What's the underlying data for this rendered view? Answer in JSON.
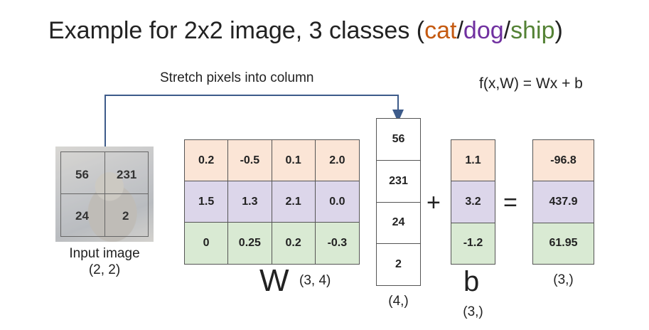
{
  "title": {
    "prefix": "Example for 2x2 image, 3 classes (",
    "cat": "cat",
    "sep1": "/",
    "dog": "dog",
    "sep2": "/",
    "ship": "ship",
    "suffix": ")"
  },
  "stretch_label": "Stretch pixels into column",
  "formula": "f(x,W) = Wx + b",
  "input_image": {
    "pixels": [
      "56",
      "231",
      "24",
      "2"
    ],
    "caption_line1": "Input image",
    "caption_line2": "(2, 2)"
  },
  "W": {
    "label": "W",
    "shape": "(3, 4)",
    "rows": [
      [
        "0.2",
        "-0.5",
        "0.1",
        "2.0"
      ],
      [
        "1.5",
        "1.3",
        "2.1",
        "0.0"
      ],
      [
        "0",
        "0.25",
        "0.2",
        "-0.3"
      ]
    ]
  },
  "x": {
    "values": [
      "56",
      "231",
      "24",
      "2"
    ],
    "shape": "(4,)"
  },
  "plus": "+",
  "b": {
    "label": "b",
    "shape": "(3,)",
    "values": [
      "1.1",
      "3.2",
      "-1.2"
    ]
  },
  "equals": "=",
  "result": {
    "values": [
      "-96.8",
      "437.9",
      "61.95"
    ],
    "shape": "(3,)"
  },
  "colors": {
    "cat": "#c55a11",
    "dog": "#7030a0",
    "ship": "#548235",
    "row_cat_fill": "#fbe5d6",
    "row_dog_fill": "#dcd6ea",
    "row_ship_fill": "#d9ead3"
  }
}
